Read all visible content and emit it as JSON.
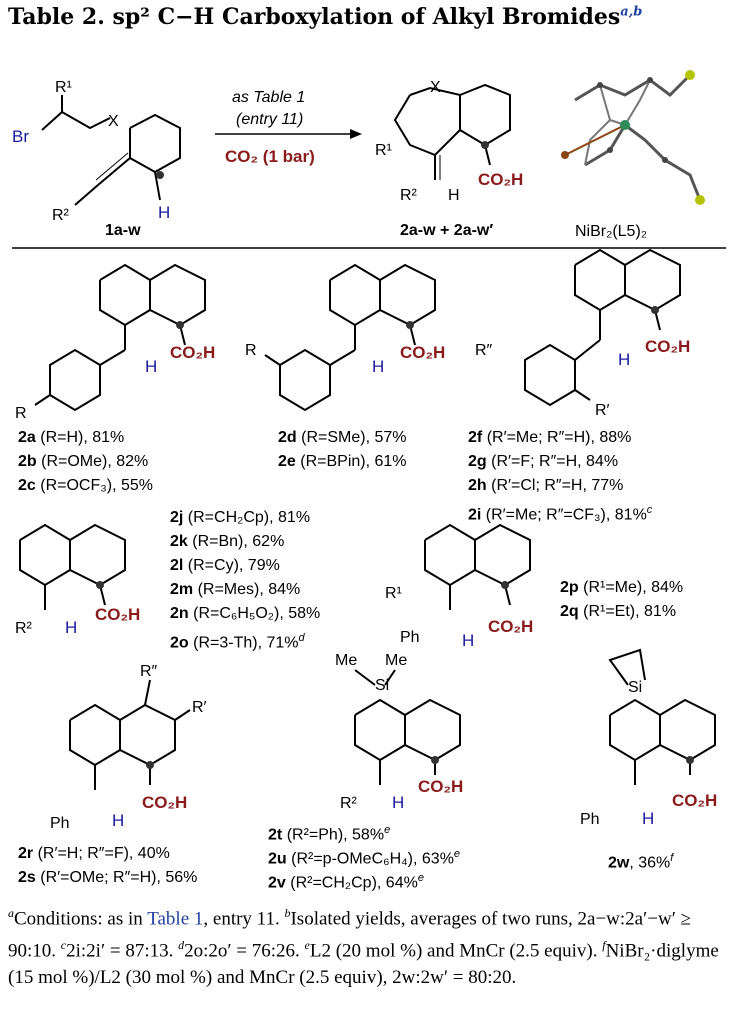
{
  "title": {
    "main": "Table 2. sp² C−H Carboxylation of Alkyl Bromides",
    "sup": "a,b"
  },
  "scheme": {
    "reagent_top": "as Table 1",
    "reagent_top2": "(entry 11)",
    "reagent_bottom": "CO₂ (1 bar)",
    "start_label": "1a-w",
    "product_label": "2a-w + 2a-w′",
    "catalyst_label": "NiBr₂(L5)₂",
    "br": "Br",
    "r1": "R¹",
    "x": "X",
    "r2": "R²",
    "h": "H",
    "co2h": "CO₂H"
  },
  "entries": [
    {
      "id": "2a",
      "text": "(R=H), 81%"
    },
    {
      "id": "2b",
      "text": "(R=OMe), 82%"
    },
    {
      "id": "2c",
      "text": "(R=OCF₃), 55%"
    },
    {
      "id": "2d",
      "text": "(R=SMe), 57%"
    },
    {
      "id": "2e",
      "text": "(R=BPin), 61%"
    },
    {
      "id": "2f",
      "text": "(R′=Me; R″=H), 88%"
    },
    {
      "id": "2g",
      "text": "(R′=F; R″=H, 84%"
    },
    {
      "id": "2h",
      "text": "(R′=Cl; R″=H, 77%"
    },
    {
      "id": "2i",
      "text": "(R′=Me; R″=CF₃), 81%",
      "sup": "c"
    },
    {
      "id": "2j",
      "text": "(R=CH₂Cp), 81%"
    },
    {
      "id": "2k",
      "text": "(R=Bn), 62%"
    },
    {
      "id": "2l",
      "text": "(R=Cy), 79%"
    },
    {
      "id": "2m",
      "text": "(R=Mes), 84%"
    },
    {
      "id": "2n",
      "text": "(R=C₆H₅O₂), 58%"
    },
    {
      "id": "2o",
      "text": "(R=3-Th), 71%",
      "sup": "d"
    },
    {
      "id": "2p",
      "text": "(R¹=Me), 84%"
    },
    {
      "id": "2q",
      "text": "(R¹=Et), 81%"
    },
    {
      "id": "2r",
      "text": "(R′=H; R″=F), 40%"
    },
    {
      "id": "2s",
      "text": "(R′=OMe; R″=H), 56%"
    },
    {
      "id": "2t",
      "text": "(R²=Ph), 58%",
      "sup": "e"
    },
    {
      "id": "2u",
      "text": "(R²=p-OMeC₆H₄), 63%",
      "sup": "e"
    },
    {
      "id": "2v",
      "text": "(R²=CH₂Cp), 64%",
      "sup": "e"
    },
    {
      "id": "2w",
      "text": ", 36%",
      "sup": "f"
    }
  ],
  "struct_labels": {
    "r": "R",
    "rpp": "R″",
    "rp": "R′",
    "r2": "R²",
    "r1": "R¹",
    "ph": "Ph",
    "h": "H",
    "co2h": "CO₂H",
    "me": "Me",
    "si": "Si"
  },
  "footnotes": {
    "a_label": "a",
    "a_text_1": "Conditions: as in ",
    "a_link": "Table 1",
    "a_text_2": ", entry 11.",
    "b_label": "b",
    "b_text": "Isolated yields, averages of two runs, 2a−w:2a′−w′ ≥ 90:10.",
    "c_label": "c",
    "c_text": "2i:2i′ = 87:13.",
    "d_label": "d",
    "d_text": "2o:2o′ = 76:26.",
    "e_label": "e",
    "e_text": "L2 (20 mol %) and MnCr (2.5 equiv).",
    "f_label": "f",
    "f_text": "NiBr₂·diglyme (15 mol %)/L2 (30 mol %) and MnCr (2.5 equiv), 2w:2w′ = 80:20."
  }
}
